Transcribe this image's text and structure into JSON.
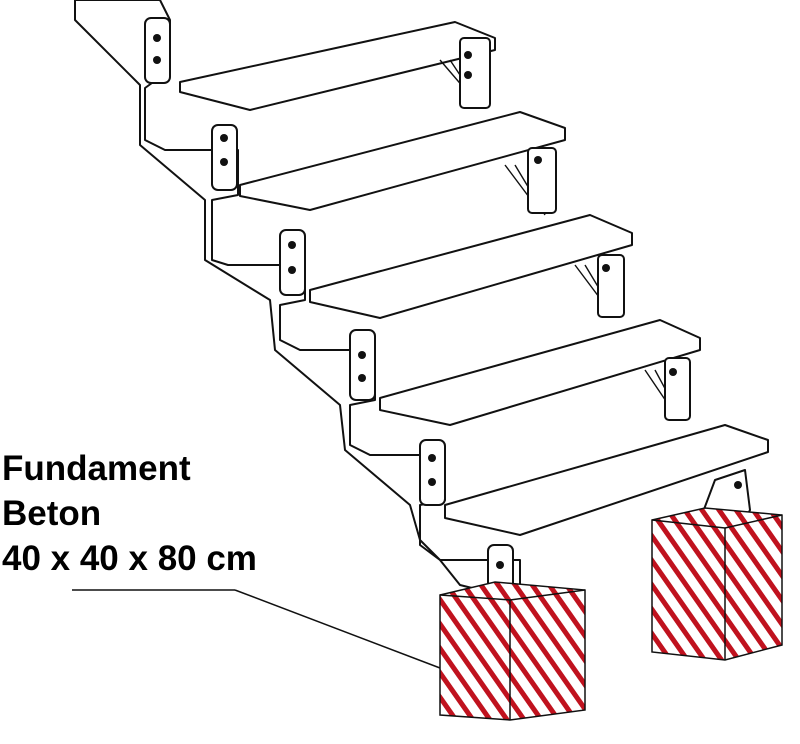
{
  "callout": {
    "line1": "Fundament",
    "line2": "Beton",
    "line3": "40 x 40 x 80 cm"
  },
  "colors": {
    "hatch": "#c0121e",
    "line": "#111111",
    "background": "#ffffff"
  }
}
